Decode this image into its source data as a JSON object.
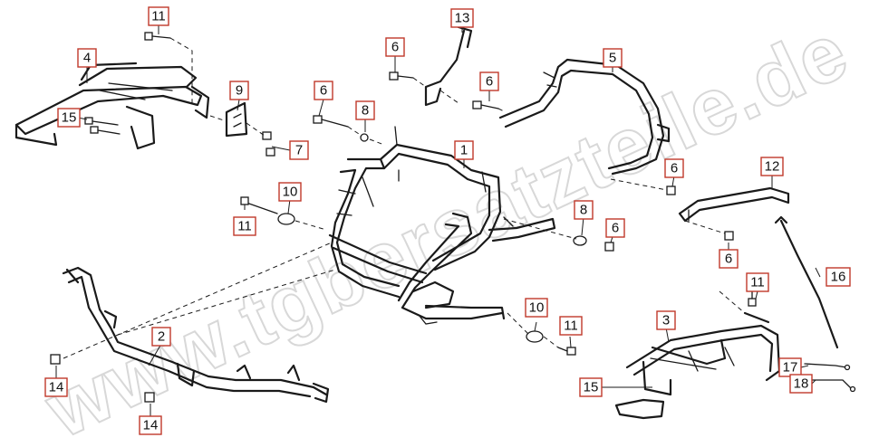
{
  "watermark": "www.tgbersatzteile.de",
  "labels": {
    "p1": "1",
    "p2": "2",
    "p3": "3",
    "p4": "4",
    "p5": "5",
    "p6a": "6",
    "p6b": "6",
    "p6c": "6",
    "p6d": "6",
    "p6e": "6",
    "p6f": "6",
    "p7": "7",
    "p8a": "8",
    "p8b": "8",
    "p9": "9",
    "p10a": "10",
    "p10b": "10",
    "p11a": "11",
    "p11b": "11",
    "p11c": "11",
    "p11d": "11",
    "p12": "12",
    "p13": "13",
    "p14a": "14",
    "p14b": "14",
    "p15a": "15",
    "p15b": "15",
    "p16": "16",
    "p17": "17",
    "p18": "18"
  },
  "colors": {
    "label_border": "#c0392b",
    "line": "#1a1a1a",
    "watermark": "#d8d8d8"
  }
}
